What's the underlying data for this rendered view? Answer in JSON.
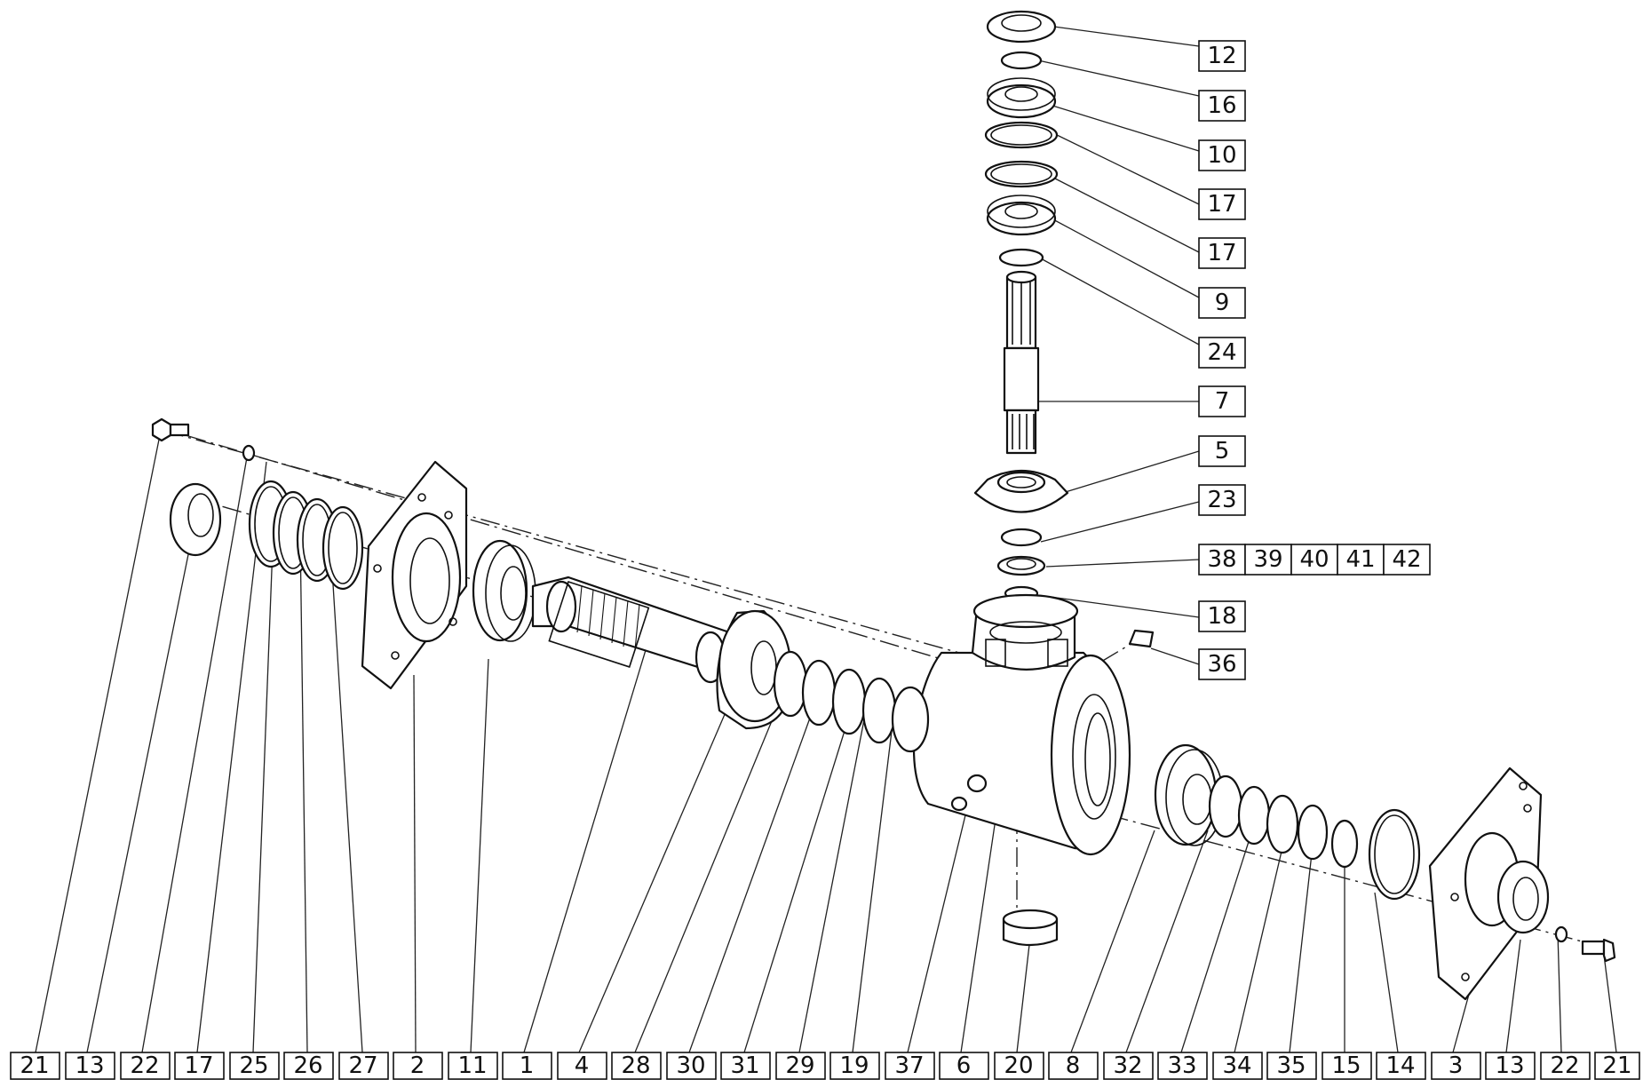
{
  "callouts": {
    "bottom_row": [
      "21",
      "13",
      "22",
      "17",
      "25",
      "26",
      "27",
      "2",
      "11",
      "1",
      "4",
      "28",
      "30",
      "31",
      "29",
      "19",
      "37",
      "6",
      "20",
      "8",
      "32",
      "33",
      "34",
      "35",
      "15",
      "14",
      "3",
      "13",
      "22",
      "21"
    ],
    "right_column": [
      "12",
      "16",
      "10",
      "17",
      "17",
      "9",
      "24",
      "7",
      "5",
      "23"
    ],
    "multi_row": [
      "38",
      "39",
      "40",
      "41",
      "42"
    ],
    "right_lower": [
      "18",
      "36"
    ]
  }
}
